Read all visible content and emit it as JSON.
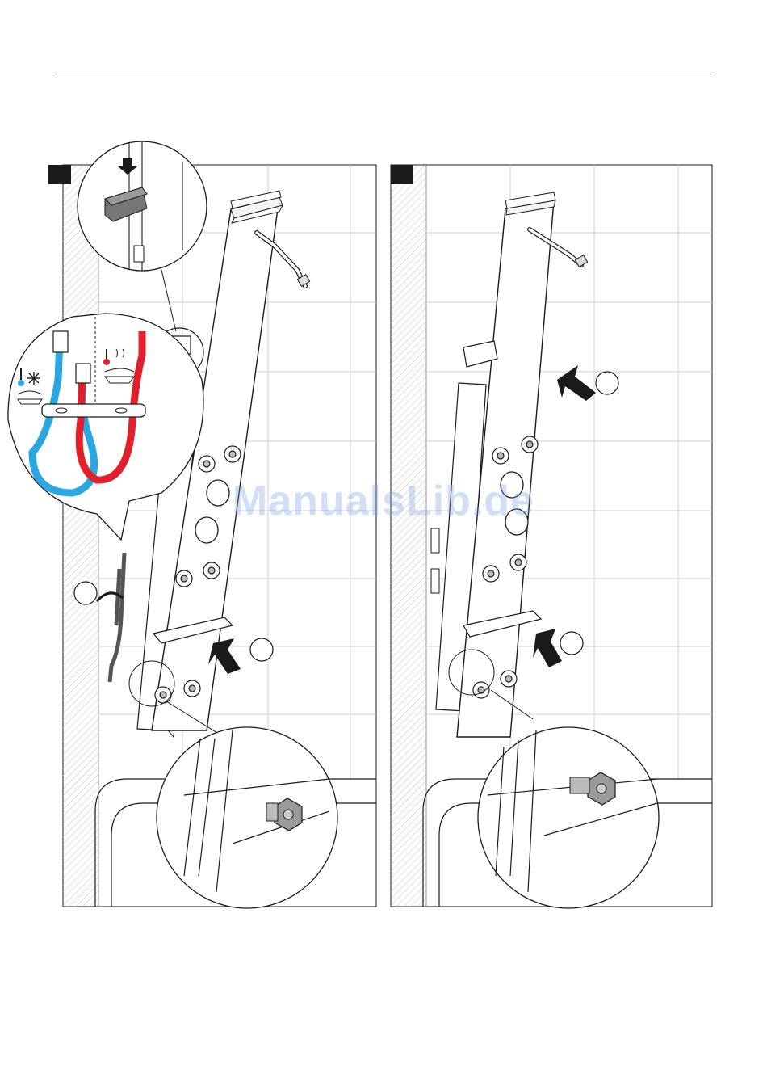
{
  "page": {
    "header_rule": true,
    "watermark": "ManualsLib.de",
    "background": "#ffffff"
  },
  "steps": [
    {
      "id": "left",
      "label": "",
      "brand_label": "",
      "callouts": [
        "",
        ""
      ]
    },
    {
      "id": "right",
      "label": "",
      "brand_label": "",
      "callouts": [
        "",
        ""
      ]
    }
  ],
  "colors": {
    "line": "#1a1a1a",
    "tile_line": "#cfcfcf",
    "hatch": "#bdbdbd",
    "cold_hose": "#2aa6e0",
    "hot_hose": "#e0202a",
    "nut": "#9a9a9a",
    "watermark": "#78a0e6"
  },
  "icons": [
    "snowflake-icon",
    "thermometer-cold-icon",
    "thermometer-hot-icon",
    "arrow-down-icon",
    "arrow-diagonal-icon",
    "rotate-arrow-icon"
  ]
}
